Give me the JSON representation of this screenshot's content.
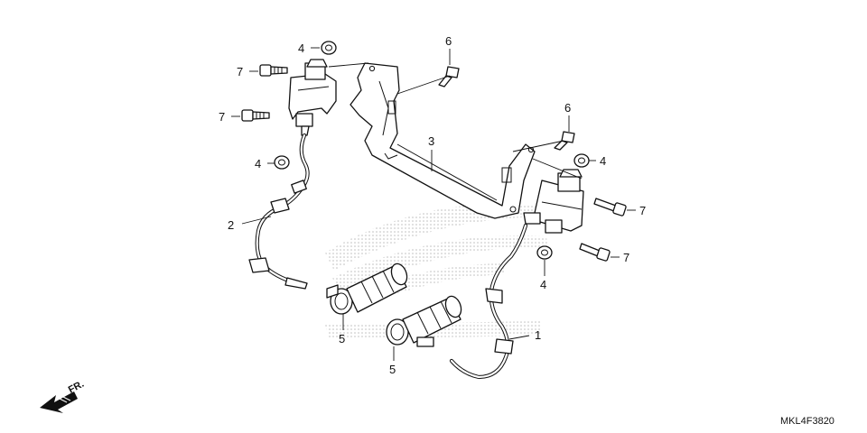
{
  "diagram": {
    "part_labels": [
      "1",
      "2",
      "3",
      "4",
      "4",
      "4",
      "4",
      "5",
      "5",
      "6",
      "6",
      "7",
      "7",
      "7",
      "7"
    ],
    "direction_label": "FR.",
    "diagram_code": "MKL4F3820",
    "colors": {
      "line": "#111111",
      "background": "#ffffff",
      "watermark": "#bdbdbd"
    }
  }
}
